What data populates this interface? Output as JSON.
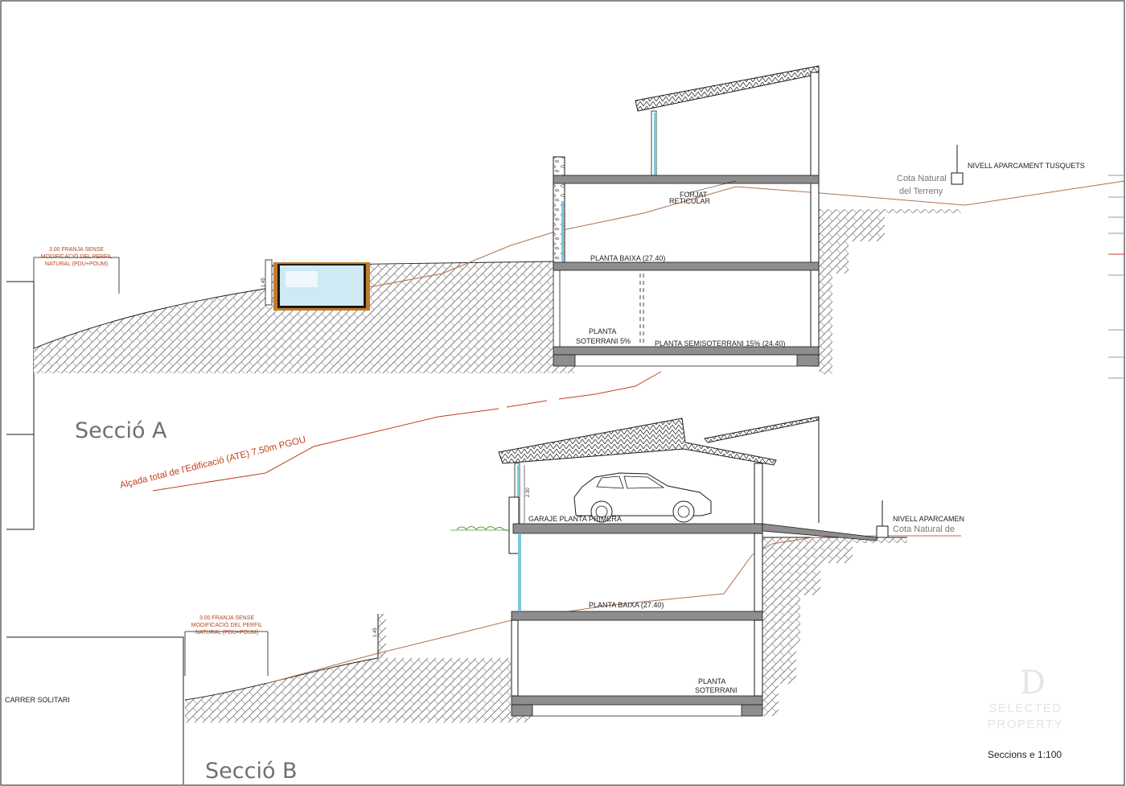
{
  "section_a": {
    "title": "Secció A",
    "levels": {
      "parking": "NIVELL APARCAMENT TUSQUETS",
      "cota_line1": "Cota Natural",
      "cota_line2": "del Terreny",
      "forjat_line1": "FORJAT",
      "forjat_line2": "RETICULAR",
      "planta_baixa": "PLANTA BAIXA (27.40)",
      "soterrani_line1": "PLANTA",
      "soterrani_line2": "SOTERRANI 5%",
      "semisoterrani": "PLANTA SEMISOTERRANI 15% (24.40)"
    },
    "franja": [
      "3.00 FRANJA SENSE",
      "MODIFICACIÓ DEL PERFIL",
      "NATURAL (PDU+POUM)"
    ],
    "pool_dim": "1.45"
  },
  "ate_label": "Alçada total de l'Edificació (ATE) 7.50m PGOU",
  "section_b": {
    "title": "Secció B",
    "levels": {
      "parking": "NIVELL APARCAMEN",
      "cota": "Cota Natural de",
      "garaje": "GARAJE PLANTA PRIMERA",
      "planta_baixa": "PLANTA BAIXA (27.40)",
      "soterrani_line1": "PLANTA",
      "soterrani_line2": "SOTERRANI"
    },
    "franja": [
      "3.00 FRANJA SENSE",
      "MODIFICACIÓ DEL PERFIL",
      "NATURAL (PDU+POUM)"
    ],
    "dim_230": "2.30",
    "wall_dim": "1.45",
    "street": "CARRER SOLITARI"
  },
  "watermark": {
    "logo_letter": "D",
    "line1": "SELECTED",
    "line2": "PROPERTY"
  },
  "scale_label": "Seccions e 1:100",
  "colors": {
    "line": "#1a1a1a",
    "slab": "#8e8e8e",
    "terrain_line": "#b07050",
    "ate_line": "#c0411a",
    "glass": "#7fc8dc",
    "pool_water": "#cfe9f5",
    "pool_border": "#c47a2a",
    "hatch": "#6e6e6e",
    "text_gray": "#707070"
  }
}
